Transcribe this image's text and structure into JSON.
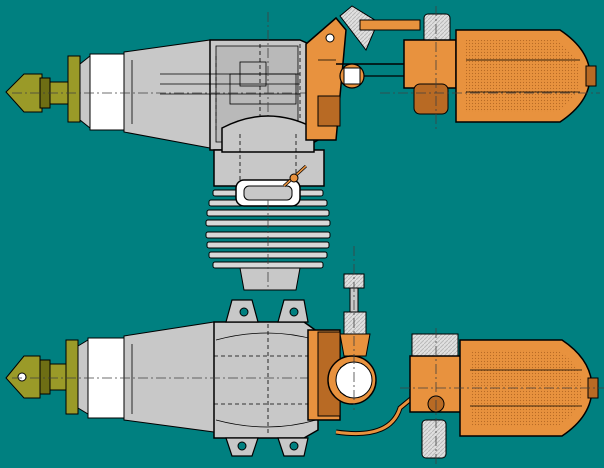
{
  "colors": {
    "background": "#008080",
    "crankcase": "#c8c8c8",
    "crankcase_shade": "#b0b0b0",
    "outline": "#000000",
    "fins": "#d8d8d8",
    "fuel_system": "#e8923e",
    "fuel_system_dark": "#b86a24",
    "spinner": "#9a9a28",
    "spinner_dark": "#6e6e14",
    "bearing_band": "#ffffff",
    "hatch": "#b8b8b8",
    "centerline": "#404040"
  },
  "views": [
    {
      "id": "top-view",
      "orientation": "plan"
    },
    {
      "id": "side-view",
      "orientation": "elevation"
    }
  ],
  "icons": {
    "spinner": "spinner-nut-icon",
    "needle_valve": "needle-valve-icon",
    "glow_plug": "glow-plug-icon",
    "fuel_tank": "fuel-tank-icon"
  }
}
